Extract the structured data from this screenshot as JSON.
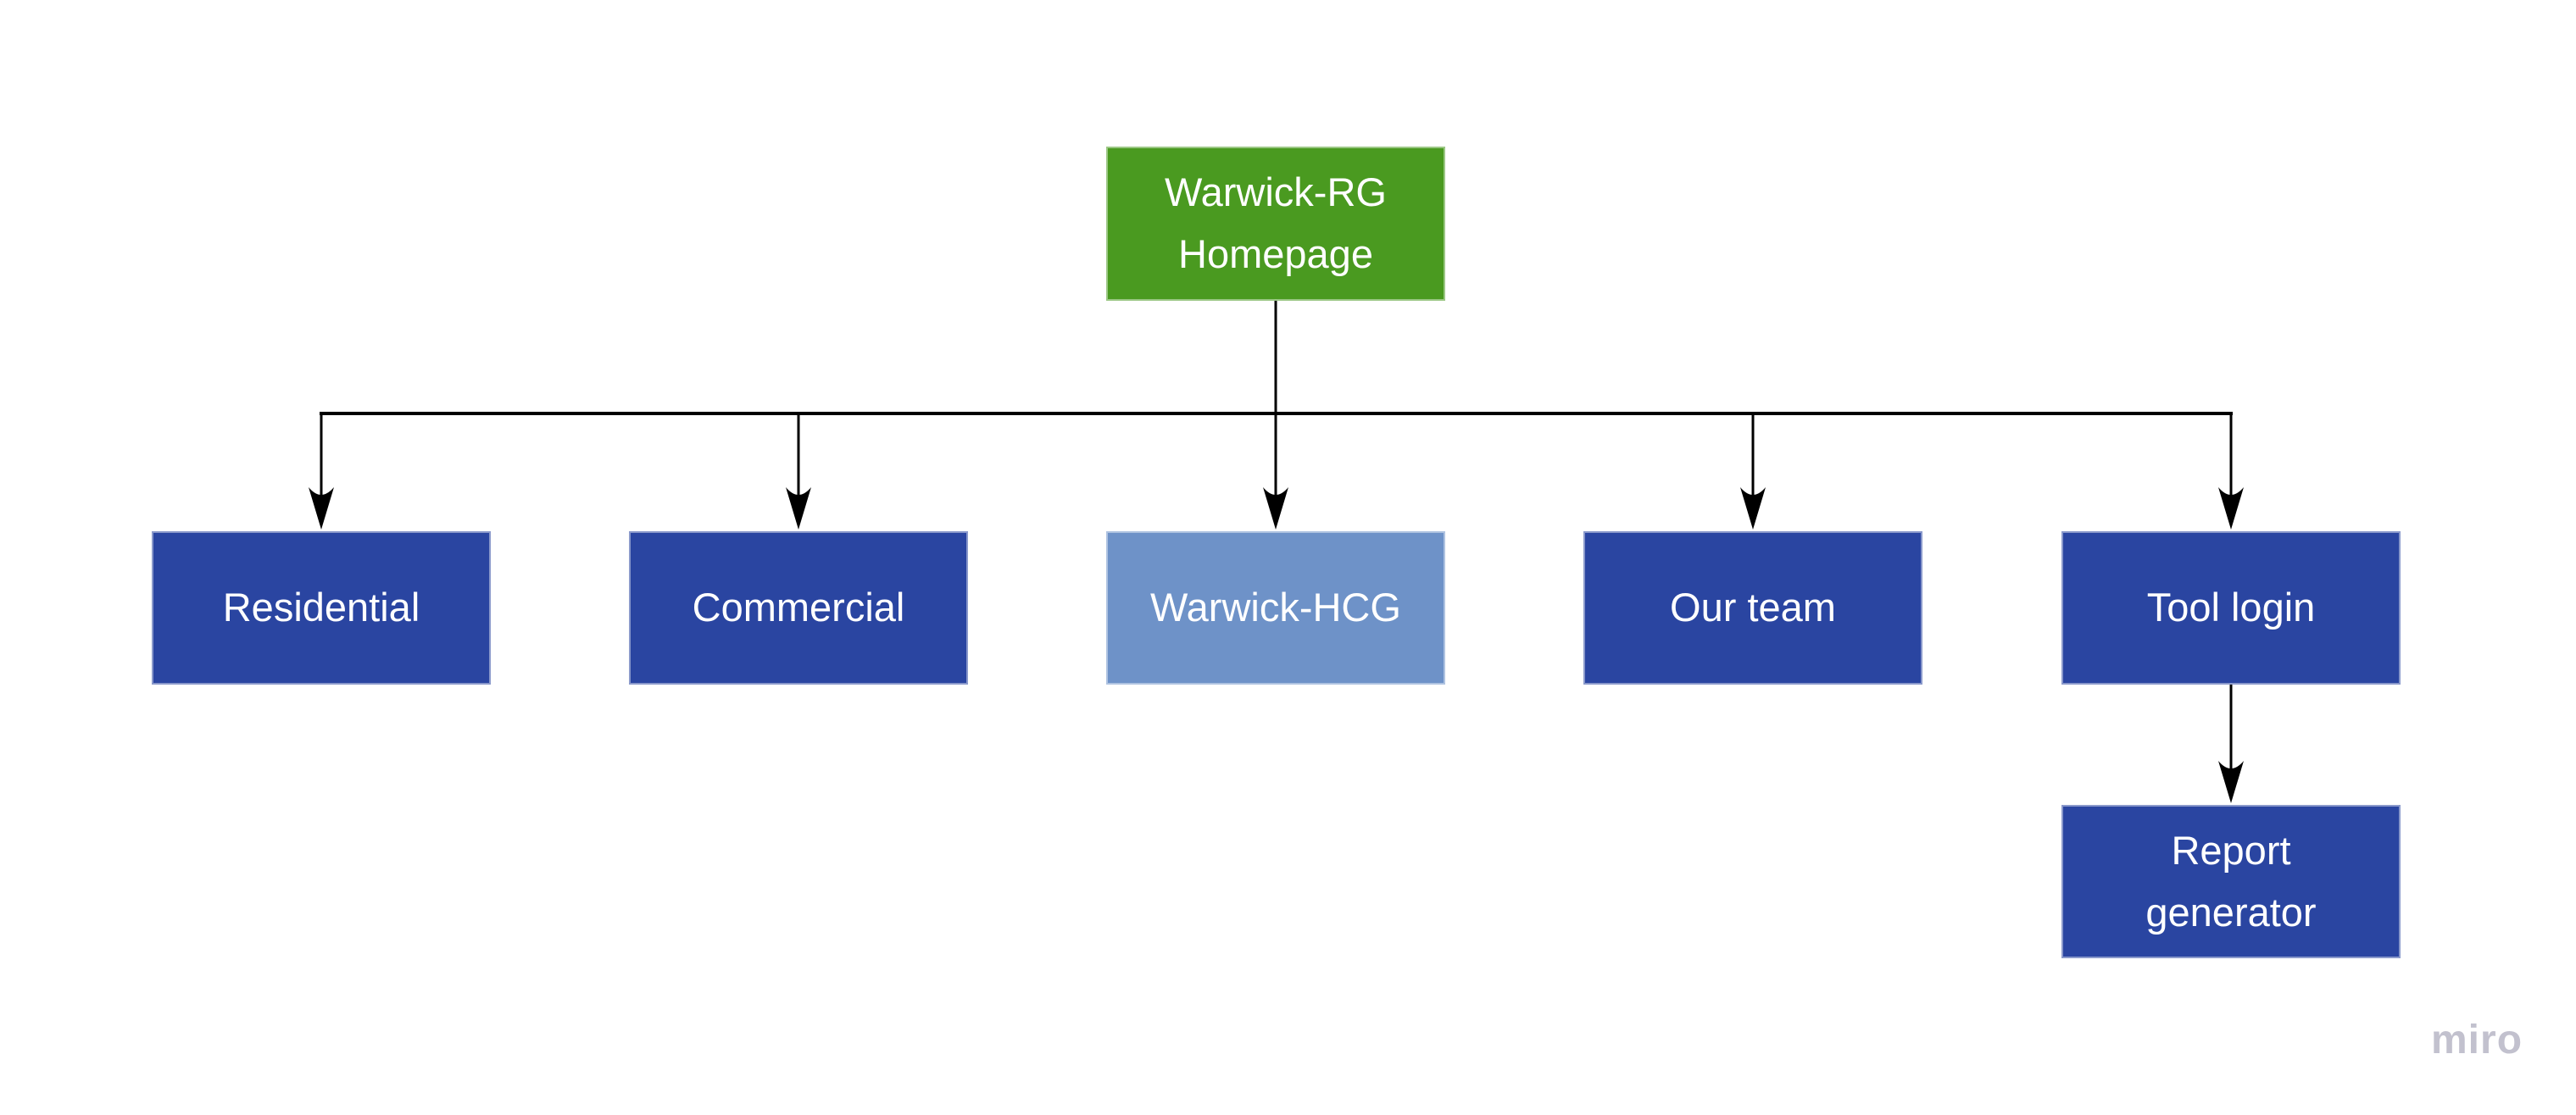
{
  "diagram": {
    "colors": {
      "root_fill": "#4a9a20",
      "page_fill": "#2a45a1",
      "highlight_fill": "#6e92c8",
      "label_text": "#ffffff",
      "connector": "#000000"
    },
    "nodes": [
      {
        "id": "homepage",
        "label": "Warwick-RG Homepage",
        "fill": "#4a9a20"
      },
      {
        "id": "residential",
        "label": "Residential",
        "fill": "#2a45a1"
      },
      {
        "id": "commercial",
        "label": "Commercial",
        "fill": "#2a45a1"
      },
      {
        "id": "warwick-hcg",
        "label": "Warwick-HCG",
        "fill": "#6e92c8"
      },
      {
        "id": "our-team",
        "label": "Our team",
        "fill": "#2a45a1"
      },
      {
        "id": "tool-login",
        "label": "Tool login",
        "fill": "#2a45a1"
      },
      {
        "id": "report-generator",
        "label": "Report generator",
        "fill": "#2a45a1"
      }
    ],
    "edges": [
      {
        "from": "homepage",
        "to": "residential"
      },
      {
        "from": "homepage",
        "to": "commercial"
      },
      {
        "from": "homepage",
        "to": "warwick-hcg"
      },
      {
        "from": "homepage",
        "to": "our-team"
      },
      {
        "from": "homepage",
        "to": "tool-login"
      },
      {
        "from": "tool-login",
        "to": "report-generator"
      }
    ]
  },
  "watermark": {
    "label": "miro",
    "color": "#c2c1ce"
  }
}
